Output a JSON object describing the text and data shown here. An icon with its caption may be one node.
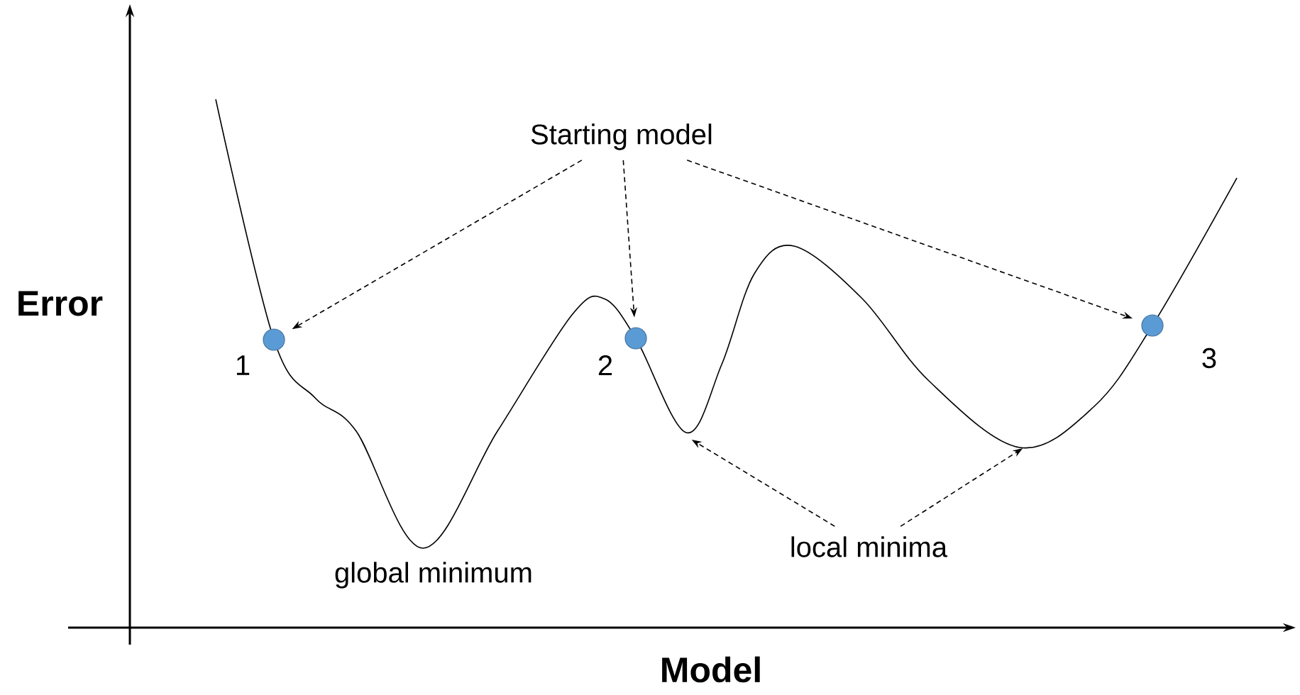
{
  "diagram": {
    "nodes": [
      {
        "text": [
          "Starting model"
        ]
      },
      {
        "text": [],
        "shape": "circle",
        "beside": [
          "1"
        ]
      },
      {
        "text": [],
        "shape": "circle",
        "beside": [
          "2"
        ]
      },
      {
        "text": [],
        "shape": "circle",
        "beside": [
          "3"
        ]
      },
      {
        "text": [
          "local minima"
        ]
      }
    ],
    "edges": [
      {
        "from": 0,
        "to": 1,
        "arrow": "to",
        "style": "dashed"
      },
      {
        "from": 0,
        "to": 2,
        "arrow": "to",
        "style": "dashed"
      },
      {
        "from": 0,
        "to": 3,
        "arrow": "to",
        "style": "dashed"
      },
      {
        "from": 4,
        "to": null,
        "arrow": "to",
        "style": "dashed"
      },
      {
        "from": 4,
        "to": null,
        "arrow": "to",
        "style": "dashed"
      }
    ],
    "labels": [
      "Error",
      "global minimum",
      "Model"
    ]
  }
}
